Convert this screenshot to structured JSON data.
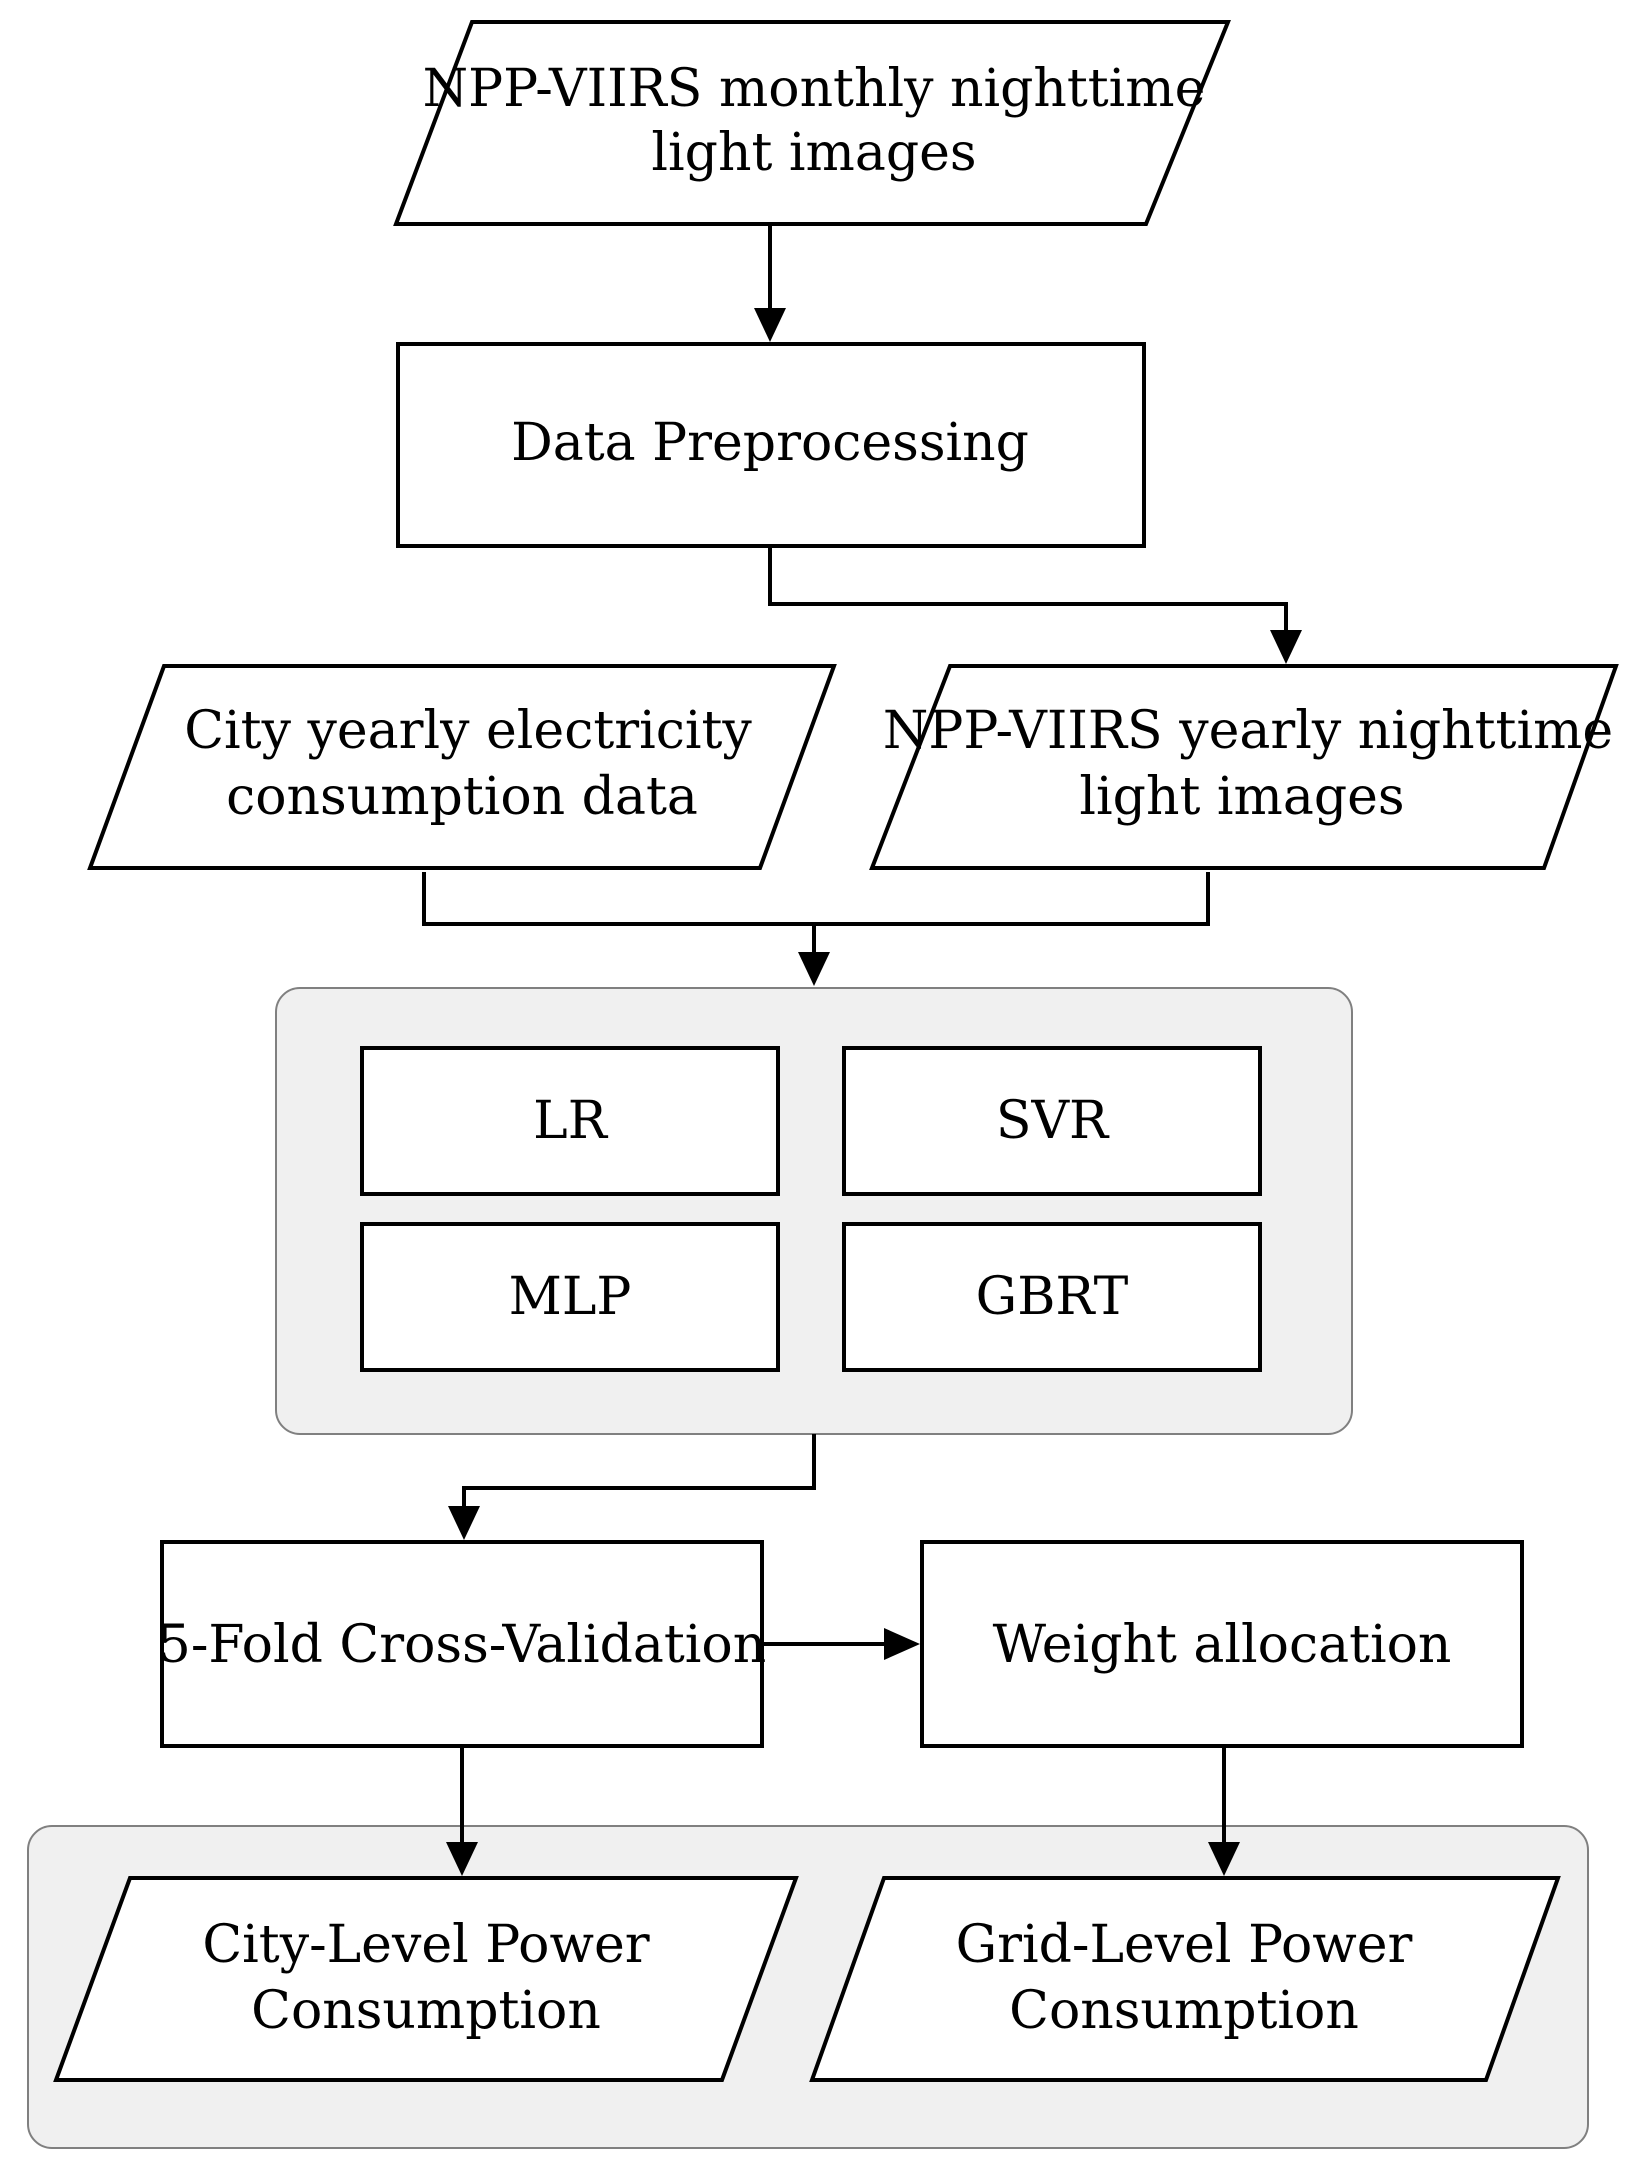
{
  "nodes": {
    "monthly_images": {
      "line1": "NPP-VIIRS monthly nighttime",
      "line2": "light images"
    },
    "preprocessing": {
      "label": "Data Preprocessing"
    },
    "city_data": {
      "line1": "City yearly electricity",
      "line2": "consumption data"
    },
    "yearly_images": {
      "line1": "NPP-VIIRS yearly nighttime",
      "line2": "light images"
    },
    "models": {
      "lr": "LR",
      "svr": "SVR",
      "mlp": "MLP",
      "gbrt": "GBRT"
    },
    "cross_validation": {
      "label": "5-Fold Cross-Validation"
    },
    "weight_allocation": {
      "label": "Weight allocation"
    },
    "city_output": {
      "line1": "City-Level Power",
      "line2": "Consumption"
    },
    "grid_output": {
      "line1": "Grid-Level Power",
      "line2": "Consumption"
    }
  }
}
